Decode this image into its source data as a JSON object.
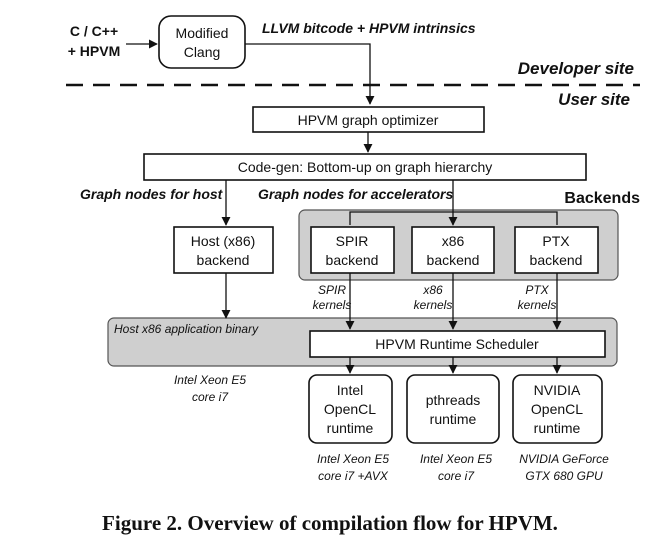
{
  "inputs": {
    "line1": "C / C++",
    "line2": "+ HPVM"
  },
  "nodes": {
    "modified_clang": [
      "Modified",
      "Clang"
    ],
    "graph_optimizer": "HPVM graph optimizer",
    "codegen": "Code-gen: Bottom-up on graph hierarchy",
    "host_backend": [
      "Host (x86)",
      "backend"
    ],
    "spir_backend": [
      "SPIR",
      "backend"
    ],
    "x86_backend": [
      "x86",
      "backend"
    ],
    "ptx_backend": [
      "PTX",
      "backend"
    ],
    "runtime_scheduler": "HPVM Runtime Scheduler",
    "opencl_intel": [
      "Intel",
      "OpenCL",
      "runtime"
    ],
    "pthreads": [
      "pthreads",
      "runtime"
    ],
    "opencl_nvidia": [
      "NVIDIA",
      "OpenCL",
      "runtime"
    ]
  },
  "labels": {
    "bitcode": "LLVM bitcode + HPVM intrinsics",
    "developer_site": "Developer site",
    "user_site": "User site",
    "host_nodes": "Graph nodes for host",
    "accel_nodes": "Graph nodes for accelerators",
    "backends": "Backends",
    "host_binary": "Host x86 application binary",
    "spir_kernels": [
      "SPIR",
      "kernels"
    ],
    "x86_kernels": [
      "x86",
      "kernels"
    ],
    "ptx_kernels": [
      "PTX",
      "kernels"
    ],
    "host_hw": [
      "Intel Xeon E5",
      "core i7"
    ],
    "hw_opencl_intel": [
      "Intel Xeon E5",
      "core i7 +AVX"
    ],
    "hw_pthreads": [
      "Intel Xeon E5",
      "core i7"
    ],
    "hw_nvidia": [
      "NVIDIA GeForce",
      "GTX 680 GPU"
    ]
  },
  "caption": "Figure 2. Overview of compilation flow for HPVM."
}
